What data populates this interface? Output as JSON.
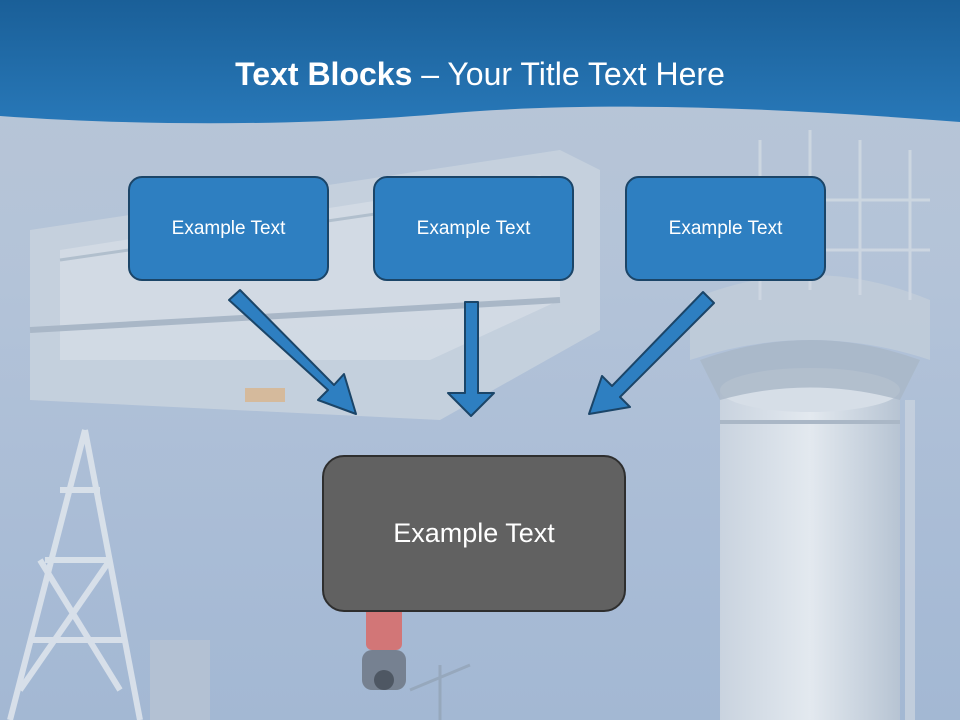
{
  "slide": {
    "title_bold": "Text Blocks",
    "title_dash": " – ",
    "title_rest": "Your Title Text Here"
  },
  "blocks": [
    {
      "label": "Example Text"
    },
    {
      "label": "Example Text"
    },
    {
      "label": "Example Text"
    }
  ],
  "main_block": {
    "label": "Example Text"
  },
  "colors": {
    "header_band": "#1f6aa8",
    "block_fill": "#2e7fc1",
    "block_border": "#1b4568",
    "main_fill": "#616161",
    "main_border": "#2e2e2e",
    "arrow_fill": "#2e7fc1"
  },
  "icons": {
    "arrow_left": "diagonal-down-right-arrow-icon",
    "arrow_center": "down-arrow-icon",
    "arrow_right": "diagonal-down-left-arrow-icon"
  }
}
